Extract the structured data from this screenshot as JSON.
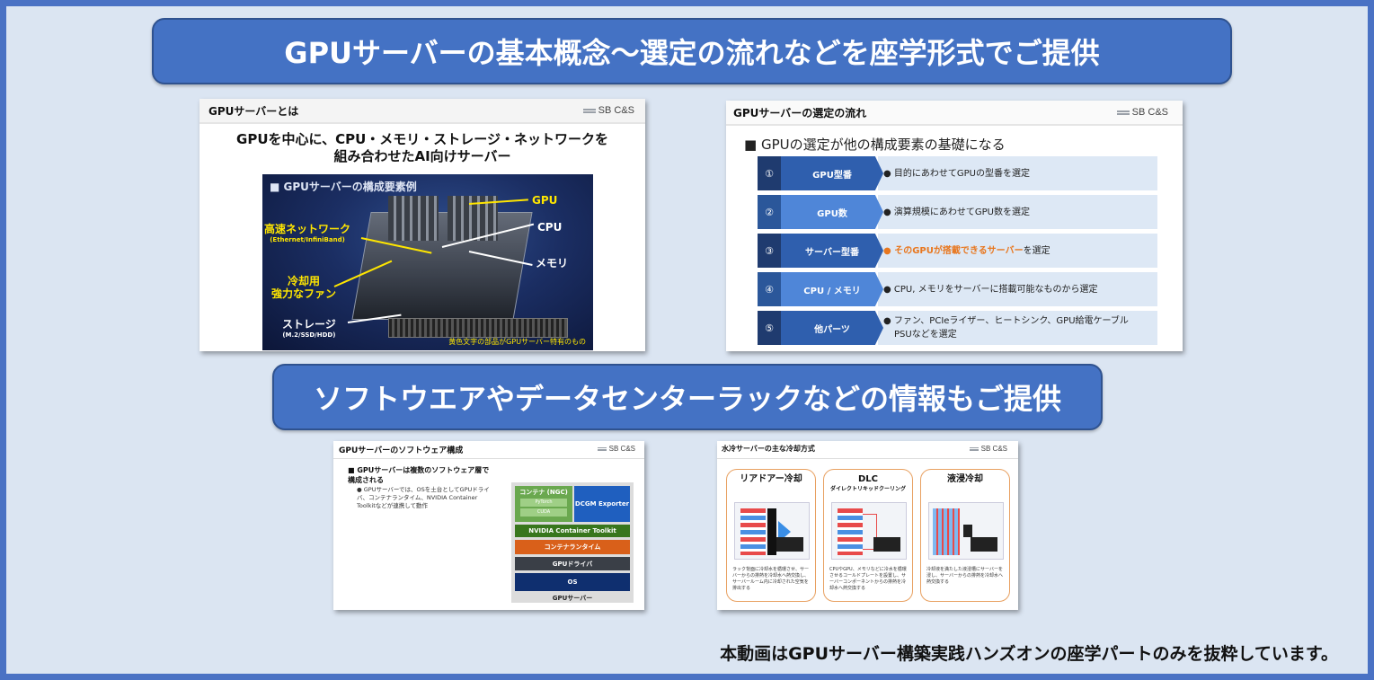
{
  "banners": {
    "top": "GPUサーバーの基本概念〜選定の流れなどを座学形式でご提供",
    "middle": "ソフトウエアやデータセンターラックなどの情報もご提供"
  },
  "logo_text": "SB C&S",
  "slide1": {
    "header": "GPUサーバーとは",
    "lead_line1": "GPUを中心に、CPU・メモリ・ストレージ・ネットワークを",
    "lead_line2": "組み合わせたAI向けサーバー",
    "photo_title": "■ GPUサーバーの構成要素例",
    "labels": {
      "gpu": "GPU",
      "cpu": "CPU",
      "memory": "メモリ",
      "network": "高速ネットワーク",
      "network_sub": "(Ethernet/InfiniBand)",
      "fan_line1": "冷却用",
      "fan_line2": "強力なファン",
      "storage": "ストレージ",
      "storage_sub": "(M.2/SSD/HDD)"
    },
    "note": "黄色文字の部品がGPUサーバー特有のもの"
  },
  "slide2": {
    "header": "GPUサーバーの選定の流れ",
    "lead": "■ GPUの選定が他の構成要素の基礎になる",
    "steps": [
      {
        "num": "①",
        "name": "GPU型番",
        "desc": "●  目的にあわせてGPUの型番を選定"
      },
      {
        "num": "②",
        "name": "GPU数",
        "desc": "●  演算規模にあわせてGPU数を選定"
      },
      {
        "num": "③",
        "name": "サーバー型番",
        "desc_highlight": "●  そのGPUが搭載できるサーバー",
        "desc": "を選定"
      },
      {
        "num": "④",
        "name": "CPU / メモリ",
        "desc": "●  CPU, メモリをサーバーに搭載可能なものから選定"
      },
      {
        "num": "⑤",
        "name": "他パーツ",
        "desc": "●  ファン、PCIeライザー、ヒートシンク、GPU給電ケーブル",
        "desc2": "PSUなどを選定"
      }
    ]
  },
  "slide3": {
    "header": "GPUサーバーのソフトウェア構成",
    "bullet": "■ GPUサーバーは複数のソフトウェア層で構成される",
    "sub": "● GPUサーバーでは、OSを土台としてGPUドライバ、コンテナランタイム、NVIDIA Container Toolkitなどが連携して動作",
    "stack": {
      "ngc": "コンテナ (NGC)",
      "pytorch": "PyTorch",
      "cuda": "CUDA",
      "dcgm": "DCGM Exporter",
      "toolkit": "NVIDIA Container Toolkit",
      "runtime": "コンテナランタイム",
      "driver": "GPUドライバ",
      "os": "OS",
      "server": "GPUサーバー"
    }
  },
  "slide4": {
    "header": "水冷サーバーの主な冷却方式",
    "panels": [
      {
        "title": "リアドアー冷却",
        "sub": "",
        "text": "ラック背面に冷却水を循環させ、サーバーからの排熱を冷却水へ熱交換し、サーバールーム内に冷却された空気を排出する"
      },
      {
        "title": "DLC",
        "sub": "ダイレクトリキッドクーリング",
        "text": "CPUやGPU、メモリなどに冷水を循環させるコールドプレートを設置し、サーバーコンポーネントからの排熱を冷却水へ熱交換する"
      },
      {
        "title": "液浸冷却",
        "sub": "",
        "text": "冷却液を満たした液浸槽にサーバーを浸し、サーバーからの排熱を冷却水へ熱交換する"
      }
    ]
  },
  "footer_note": "本動画はGPUサーバー構築実践ハンズオンの座学パートのみを抜粋しています。"
}
